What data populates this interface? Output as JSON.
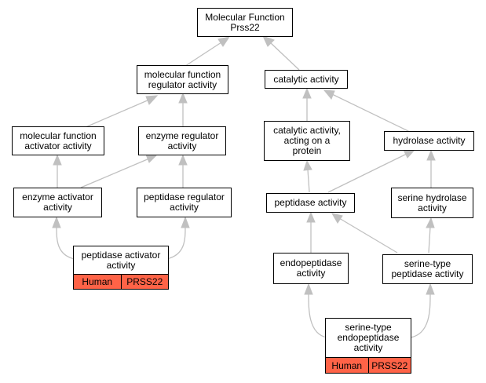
{
  "colors": {
    "edge": "#c0c0c0",
    "annotation_fill": "#ff6347",
    "node_border": "#000000"
  },
  "nodes": {
    "root": "Molecular Function\nPrss22",
    "mf_regulator": "molecular function\nregulator activity",
    "catalytic": "catalytic activity",
    "mf_activator": "molecular function\nactivator activity",
    "enzyme_regulator": "enzyme regulator\nactivity",
    "catalytic_protein": "catalytic activity,\nacting on a\nprotein",
    "hydrolase": "hydrolase activity",
    "enzyme_activator": "enzyme activator\nactivity",
    "peptidase_regulator": "peptidase regulator\nactivity",
    "peptidase": "peptidase activity",
    "serine_hydrolase": "serine hydrolase\nactivity",
    "peptidase_activator": "peptidase activator\nactivity",
    "endopeptidase": "endopeptidase\nactivity",
    "serine_peptidase": "serine-type\npeptidase activity",
    "serine_endopeptidase": "serine-type\nendopeptidase\nactivity"
  },
  "annotations": {
    "peptidase_activator": {
      "species": "Human",
      "gene": "PRSS22"
    },
    "serine_endopeptidase": {
      "species": "Human",
      "gene": "PRSS22"
    }
  }
}
